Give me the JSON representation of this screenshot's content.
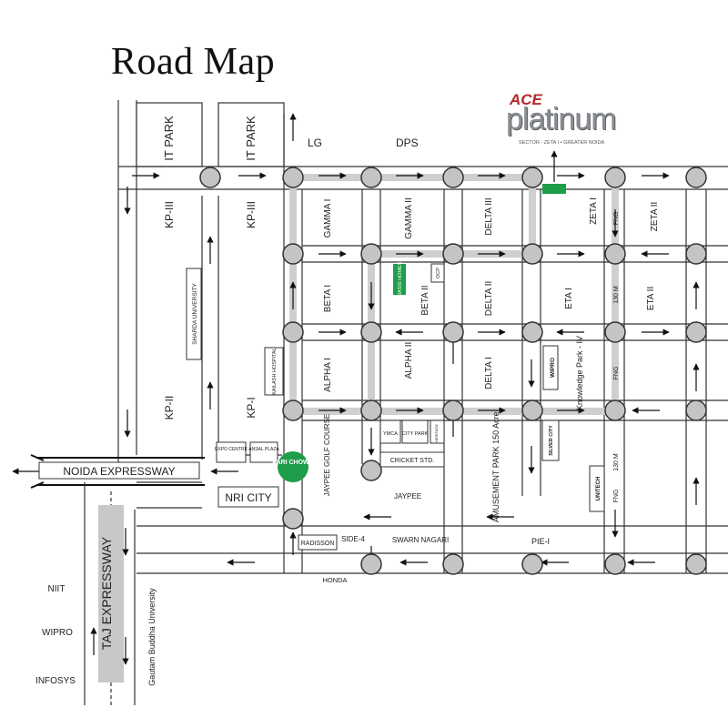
{
  "title": "Road Map",
  "brand": {
    "prefix": "ACE",
    "name": "platinum",
    "tagline": "SECTOR - ZETA I • GREATER NOIDA"
  },
  "labels": {
    "it_park_1": "IT PARK",
    "it_park_2": "IT PARK",
    "lg": "LG",
    "dps": "DPS",
    "kp3_a": "KP-III",
    "kp3_b": "KP-III",
    "kp2": "KP-II",
    "kp1": "KP-I",
    "sharda": "SHARDA UNIVERSITY",
    "kailash": "KAILASH HOSPITAL",
    "gamma1": "GAMMA I",
    "gamma2": "GAMMA II",
    "delta3": "DELTA III",
    "zeta1": "ZETA I",
    "zeta2": "ZETA II",
    "beta1": "BETA I",
    "beta2": "BETA II",
    "oasis": "OASIS HOMES",
    "ocp": "OCP",
    "delta2": "DELTA II",
    "eta1": "ETA I",
    "eta2": "ETA II",
    "alpha1": "ALPHA I",
    "alpha2": "ALPHA II",
    "delta1": "DELTA I",
    "fng_top": "FNG",
    "m130_top": "130 M",
    "fng_mid": "FNG",
    "wipro_box": "WIPRO",
    "knowledge_park": "Knowledge Park - IV",
    "expo": "EXPO CENTRE",
    "ansal": "ANSAL PLAZA",
    "pari": "PARI CHOWK",
    "jaypee_golf": "JAYPEE GOLF COURSE",
    "ymca": "YMCA",
    "city_park": "CITY PARK",
    "heritage": "HERITAGE",
    "cricket": "CRICKET STD.",
    "amusement": "AMUSEMENT PARK 150 Acre.",
    "silver_city": "SILVER CITY",
    "unitech": "UNITECH",
    "fng_low": "FNG",
    "m130_low": "130 M",
    "noida_exp": "NOIDA EXPRESSWAY",
    "nri_city": "NRI CITY",
    "jaypee": "JAYPEE",
    "radisson": "RADISSON",
    "side4": "SIDE-4",
    "swarn": "SWARN NAGARI",
    "pie1": "PIE-I",
    "honda": "HONDA",
    "taj_exp": "TAJ EXPRESSWAY",
    "niit": "NIIT",
    "wipro": "WIPRO",
    "infosys": "INFOSYS",
    "gbu": "Gautam Buddha University"
  }
}
